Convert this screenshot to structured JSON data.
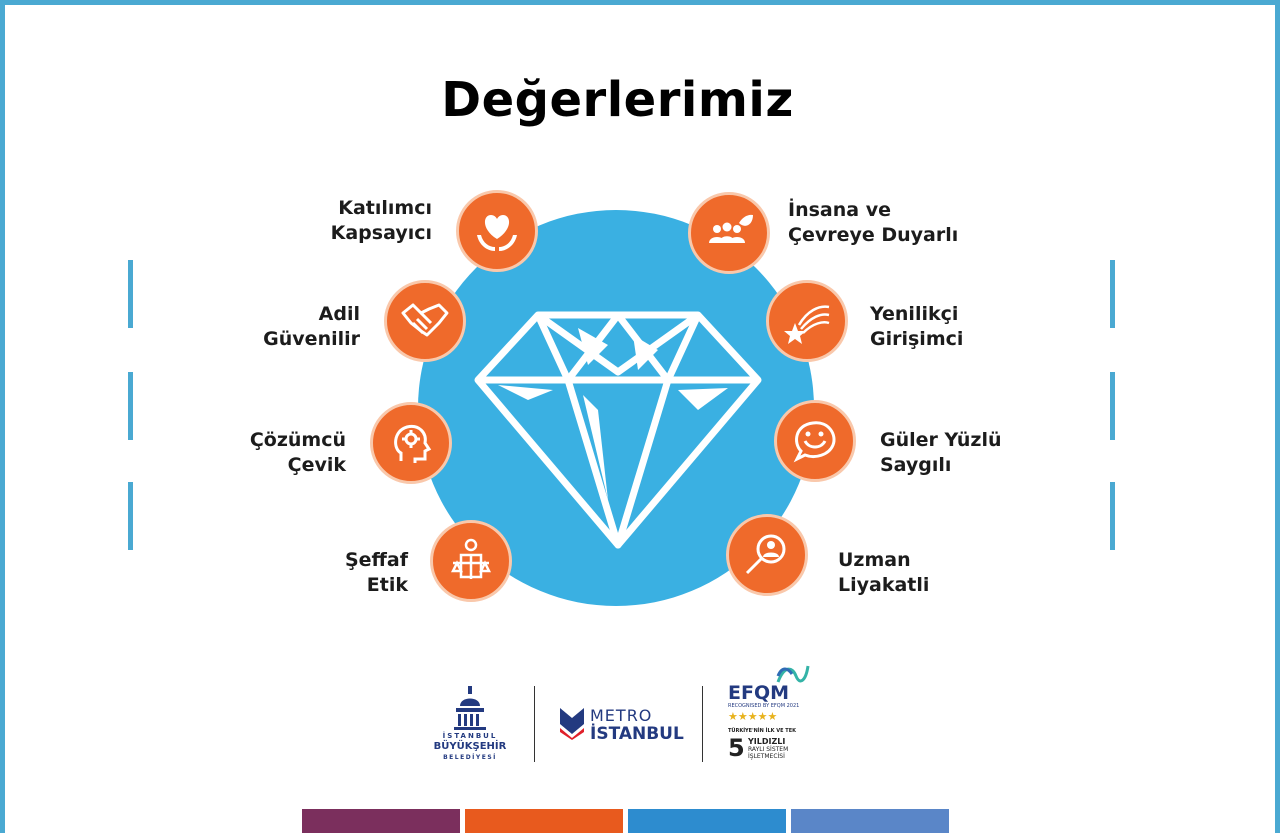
{
  "title": "Değerlerimiz",
  "values": {
    "left": [
      {
        "line1": "Katılımcı",
        "line2": "Kapsayıcı",
        "icon": "heart-hands-icon"
      },
      {
        "line1": "Adil",
        "line2": "Güvenilir",
        "icon": "handshake-icon"
      },
      {
        "line1": "Çözümcü",
        "line2": "Çevik",
        "icon": "gear-head-icon"
      },
      {
        "line1": "Şeffaf",
        "line2": "Etik",
        "icon": "scales-icon"
      }
    ],
    "right": [
      {
        "line1": "İnsana ve",
        "line2": "Çevreye Duyarlı",
        "icon": "people-leaf-icon"
      },
      {
        "line1": "Yenilikçi",
        "line2": "Girişimci",
        "icon": "shooting-star-icon"
      },
      {
        "line1": "Güler Yüzlü",
        "line2": "Saygılı",
        "icon": "smile-icon"
      },
      {
        "line1": "Uzman",
        "line2": "Liyakatli",
        "icon": "magnifier-person-icon"
      }
    ]
  },
  "logos": {
    "ibb": {
      "line1": "İSTANBUL",
      "line2": "BÜYÜKŞEHİR",
      "line3": "BELEDİYESİ"
    },
    "metro": {
      "line1": "METRO",
      "line2": "İSTANBUL"
    },
    "efqm": {
      "name": "EFQM",
      "recognised": "RECOGNISED BY EFQM 2021",
      "stars": "★★★★★",
      "tagline": "TÜRKİYE'NİN İLK VE TEK",
      "number": "5",
      "line1": "YILDIZLI",
      "line2": "RAYLI SİSTEM",
      "line3": "İŞLETMECİSİ"
    }
  },
  "colors": {
    "accent_blue": "#3ab0e2",
    "frame_blue": "#4aa9d2",
    "icon_orange": "#ef6a2b",
    "brand_navy": "#233a80",
    "strip": [
      "#7b2f5d",
      "#e85a1e",
      "#2d8ccf",
      "#5a86c8"
    ]
  }
}
